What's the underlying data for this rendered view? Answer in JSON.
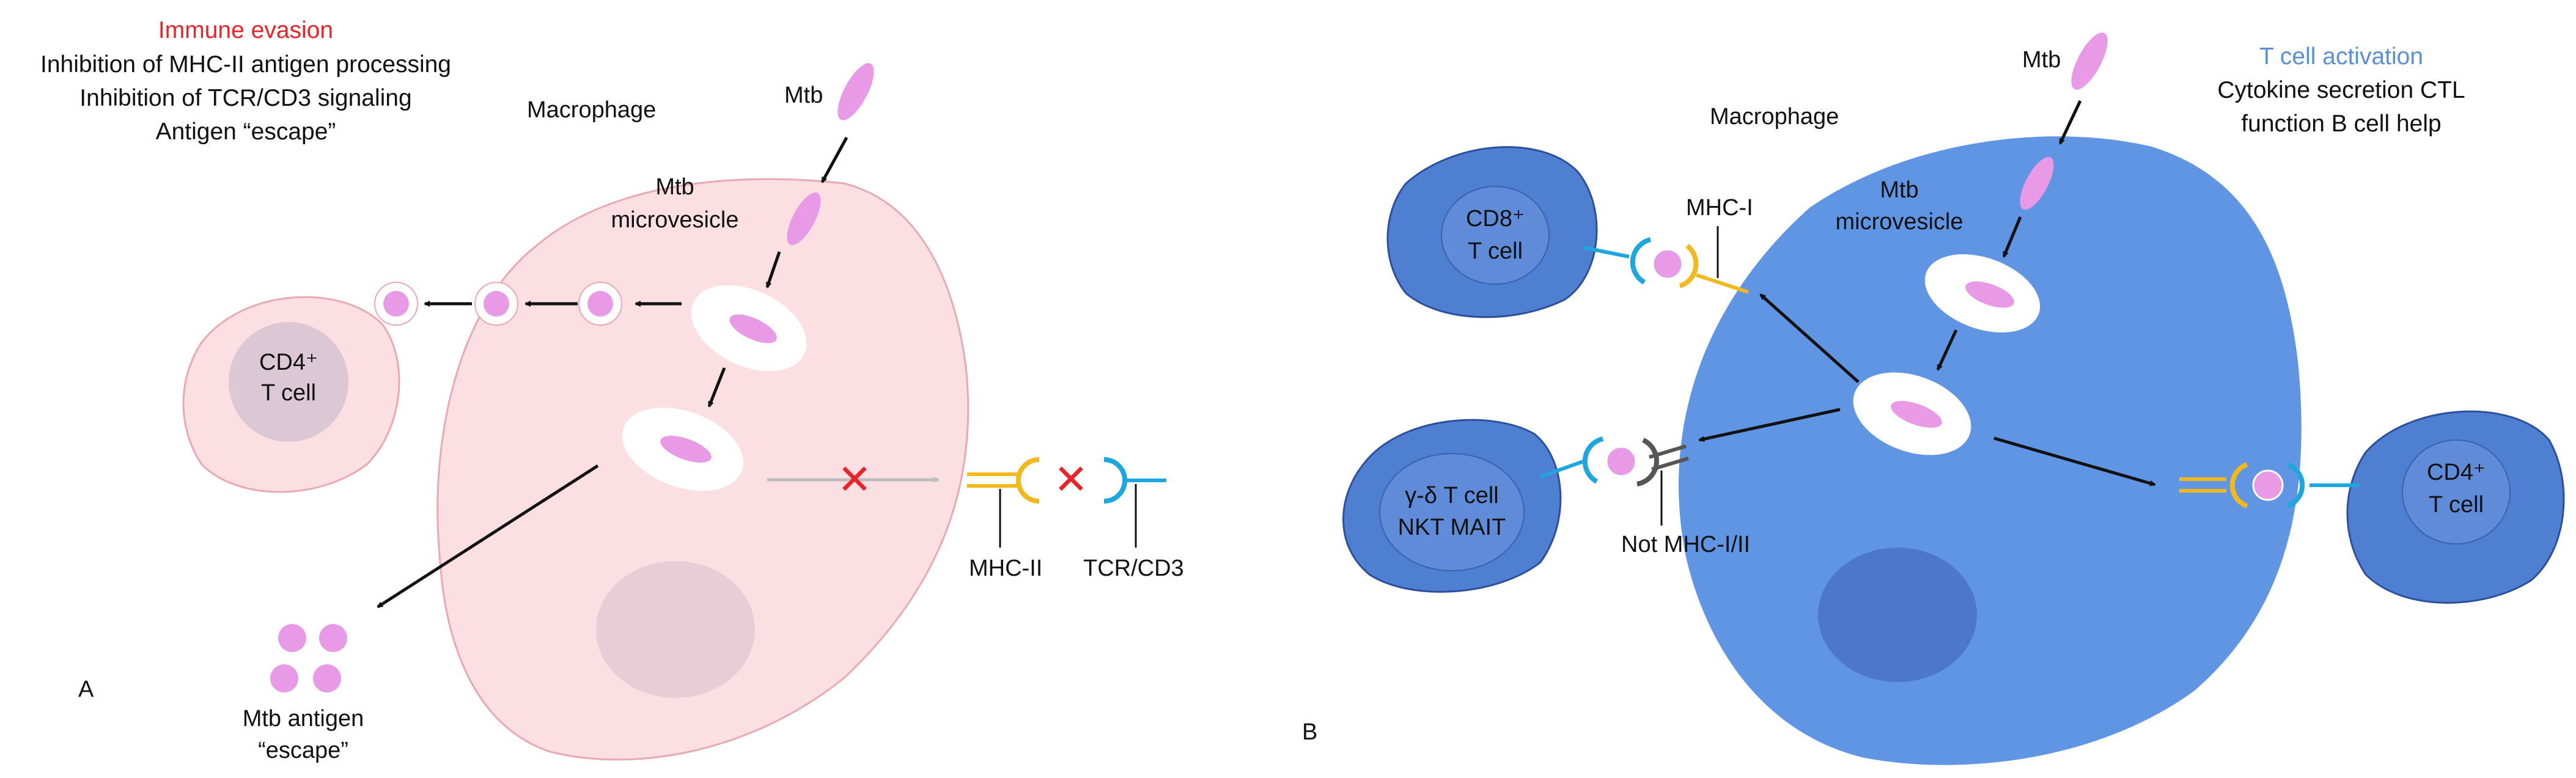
{
  "panel_a": {
    "letter": "A",
    "header_title": "Immune evasion",
    "header_lines": [
      "Inhibition of MHC-II antigen processing",
      "Inhibition of TCR/CD3 signaling",
      "Antigen “escape”"
    ],
    "macrophage_label": "Macrophage",
    "mtb_label": "Mtb",
    "microvesicle_label": [
      "Mtb",
      "microvesicle"
    ],
    "cd4_label": [
      "CD4⁺",
      "T cell"
    ],
    "mhc2_label": "MHC-II",
    "tcr_label": "TCR/CD3",
    "antigen_escape_label": [
      "Mtb antigen",
      "“escape”"
    ],
    "blocked_symbol": "✕"
  },
  "panel_b": {
    "letter": "B",
    "header_title": "T cell activation",
    "header_lines": [
      "Cytokine secretion CTL",
      "function B cell help"
    ],
    "macrophage_label": "Macrophage",
    "mtb_label": "Mtb",
    "microvesicle_label": [
      "Mtb",
      "microvesicle"
    ],
    "cd8_label": [
      "CD8⁺",
      "T cell"
    ],
    "mhc1_label": "MHC-I",
    "gd_label": [
      "γ-δ T cell",
      "NKT MAIT"
    ],
    "not_mhc_label": "Not MHC-I/II",
    "cd4_label": [
      "CD4⁺",
      "T cell"
    ]
  },
  "colors": {
    "evasion_red": "#e8242a",
    "activation_blue": "#5b8fd6",
    "macrophage_a_fill": "#fbdfe2",
    "macrophage_b_fill": "#5f95e3",
    "mtb_pink": "#e89ae6",
    "mhc_yellow": "#f3b81e",
    "tcr_cyan": "#1ea6df",
    "t_cell_b_fill": "#4f7fd0",
    "nucleus_a": "#e9cdd6",
    "nucleus_b": "#4d77c8"
  }
}
